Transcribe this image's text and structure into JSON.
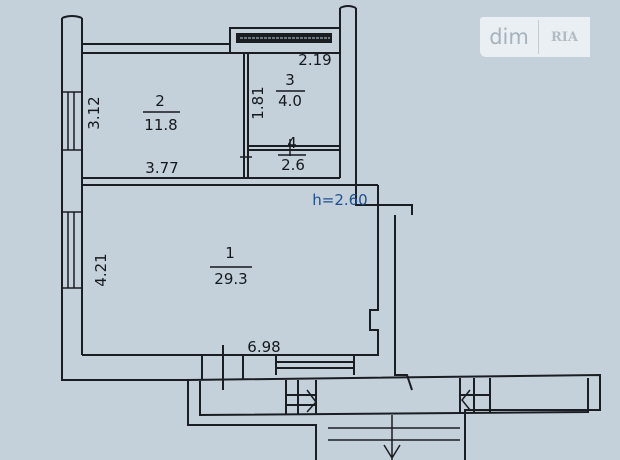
{
  "rooms": [
    {
      "number": "1",
      "area": "29.3",
      "dim_vertical": "4.21",
      "dim_horizontal": "6.98"
    },
    {
      "number": "2",
      "area": "11.8",
      "dim_vertical": "3.12",
      "dim_horizontal": "3.77"
    },
    {
      "number": "3",
      "area": "4.0",
      "dim_vertical": "1.81",
      "dim_horizontal": "2.19"
    },
    {
      "number": "4",
      "area": "2.6"
    }
  ],
  "ceiling_height": "h=2.60",
  "logo": {
    "left": "dim",
    "right": "RIA"
  },
  "colors": {
    "background": "#c4d1da",
    "walls": "#1a1d22",
    "height_label": "#1f4f8e"
  }
}
